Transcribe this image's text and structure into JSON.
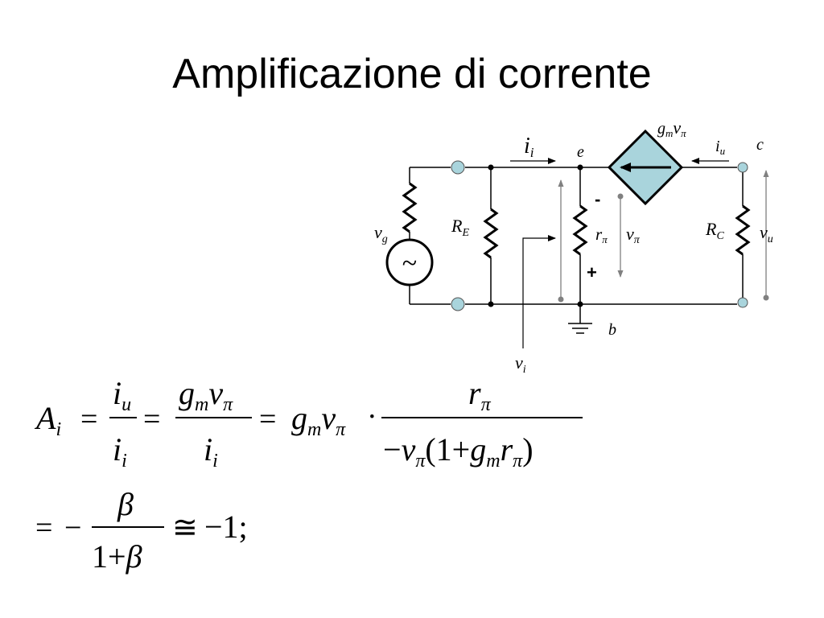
{
  "slide": {
    "title": "Amplificazione di corrente"
  },
  "circuit": {
    "labels": {
      "ii_main": "i",
      "ii_sub": "i",
      "e": "e",
      "c": "c",
      "b": "b",
      "gm_main": "g",
      "gm_sub": "m",
      "gm_v": "v",
      "gm_vsub": "π",
      "iu_main": "i",
      "iu_sub": "u",
      "vg_main": "v",
      "vg_sub": "g",
      "re_main": "R",
      "re_sub": "E",
      "rpi_main": "r",
      "rpi_sub": "π",
      "vpi_main": "v",
      "vpi_sub": "π",
      "rc_main": "R",
      "rc_sub": "C",
      "vu_main": "v",
      "vu_sub": "u",
      "vi_main": "v",
      "vi_sub": "i",
      "minus": "-",
      "plus": "+",
      "source_symbol": "~"
    },
    "colors": {
      "terminal": "#a9d4dc",
      "dependent_source": "#a9d4dc",
      "arrow_gray": "#808080"
    }
  },
  "equations": {
    "line1": {
      "A": "A",
      "A_sub": "i",
      "eq1": "=",
      "f1_num": "i",
      "f1_num_sub": "u",
      "f1_den": "i",
      "f1_den_sub": "i",
      "eq2": "=",
      "f2_num_g": "g",
      "f2_num_g_sub": "m",
      "f2_num_v": "v",
      "f2_num_v_sub": "π",
      "f2_den": "i",
      "f2_den_sub": "i",
      "eq3": "=",
      "g": "g",
      "g_sub": "m",
      "v": "v",
      "v_sub": "π",
      "dot": "·",
      "f3_num": "r",
      "f3_num_sub": "π",
      "f3_den_minus": "−",
      "f3_den_v": "v",
      "f3_den_v_sub": "π",
      "f3_den_open": "(1+",
      "f3_den_g": "g",
      "f3_den_g_sub": "m",
      "f3_den_r": "r",
      "f3_den_r_sub": "π",
      "f3_den_close": ")"
    },
    "line2": {
      "eq": "=",
      "minus": "−",
      "num": "β",
      "den_one": "1+",
      "den_beta": "β",
      "approx": "≅",
      "result": "−1;"
    }
  }
}
